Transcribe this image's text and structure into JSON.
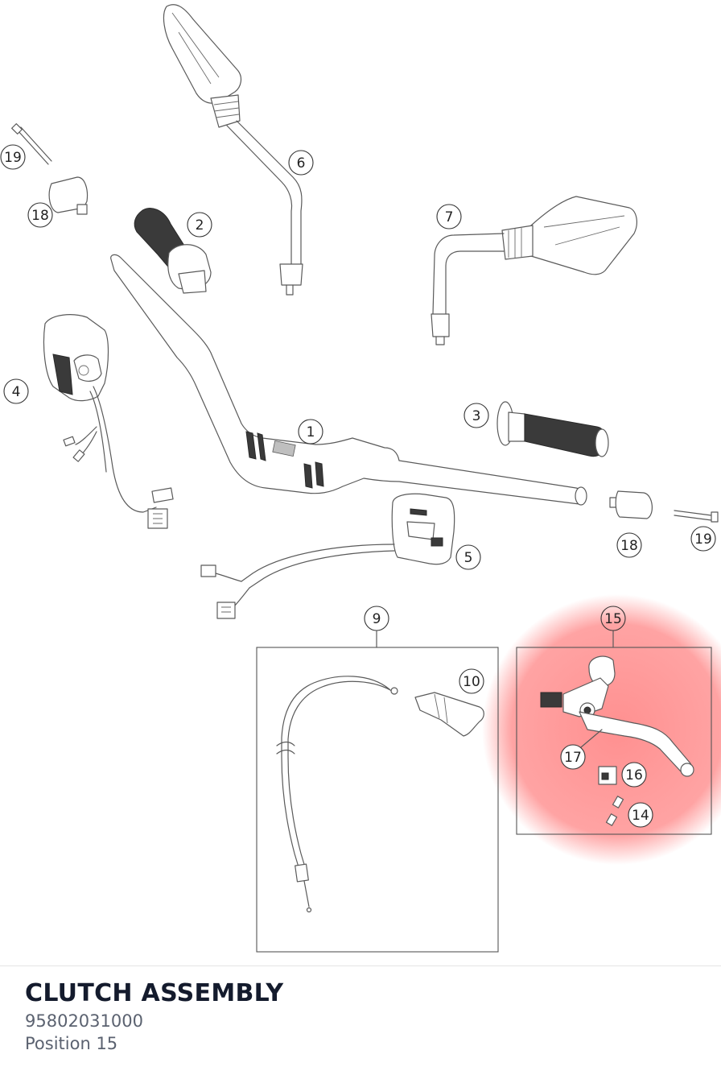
{
  "assembly": {
    "title": "CLUTCH ASSEMBLY",
    "part_number": "95802031000",
    "position": "Position 15"
  },
  "highlight": {
    "color": "#ff6b6b",
    "callout": "15"
  },
  "callouts": {
    "c1": "1",
    "c2": "2",
    "c3": "3",
    "c4": "4",
    "c5": "5",
    "c6": "6",
    "c7": "7",
    "c9": "9",
    "c10": "10",
    "c14": "14",
    "c15": "15",
    "c16": "16",
    "c17": "17",
    "c18a": "18",
    "c18b": "18",
    "c19a": "19",
    "c19b": "19"
  }
}
